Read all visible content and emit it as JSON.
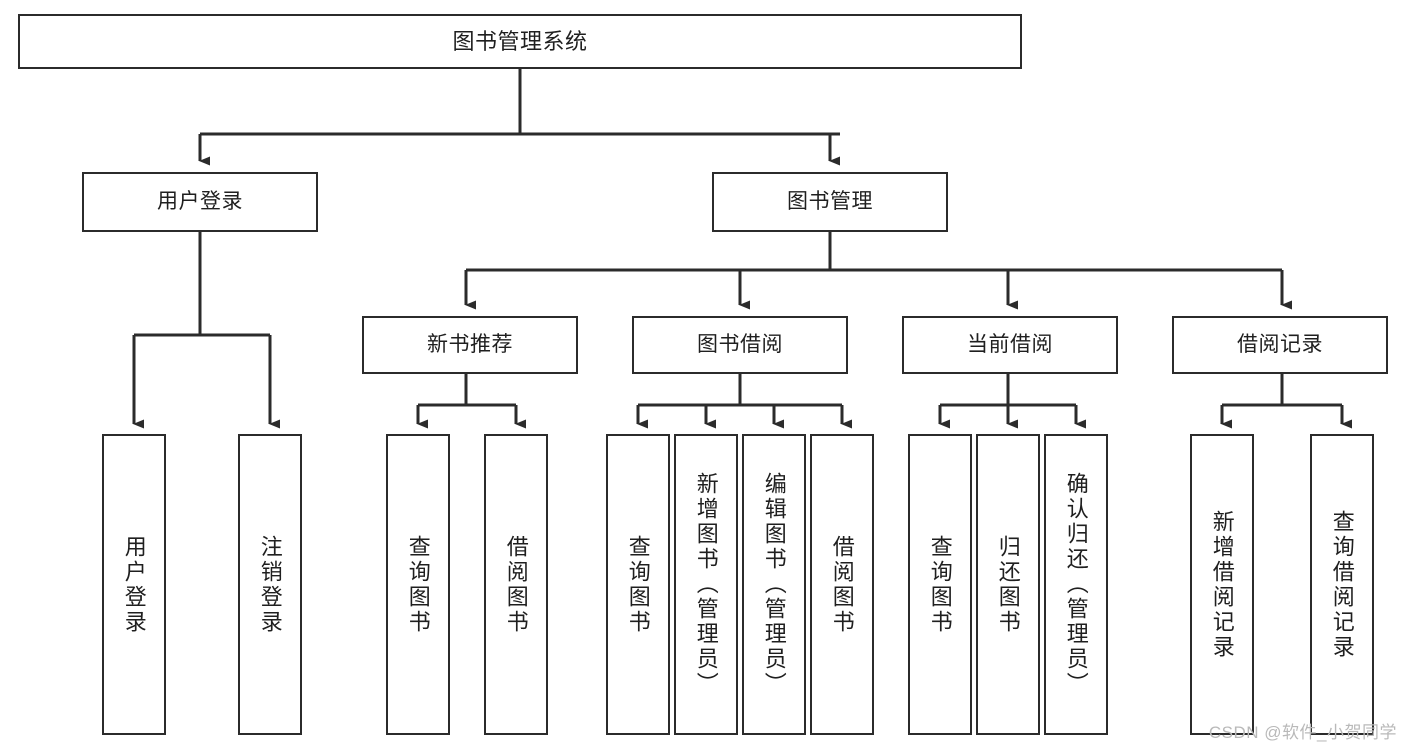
{
  "diagram": {
    "title": "图书管理系统",
    "type": "tree",
    "watermark": "CSDN @软件_小贺同学",
    "stroke_color": "#2b2b2b",
    "fill_color": "#ffffff",
    "background_color": "#ffffff",
    "nodes": {
      "root": {
        "label": "图书管理系统"
      },
      "level1": [
        {
          "id": "user-login",
          "label": "用户登录"
        },
        {
          "id": "book-management",
          "label": "图书管理"
        }
      ],
      "level2": [
        {
          "id": "new-book-recommend",
          "label": "新书推荐",
          "parent": "book-management"
        },
        {
          "id": "book-borrow",
          "label": "图书借阅",
          "parent": "book-management"
        },
        {
          "id": "current-borrow",
          "label": "当前借阅",
          "parent": "book-management"
        },
        {
          "id": "borrow-record",
          "label": "借阅记录",
          "parent": "book-management"
        }
      ],
      "leaves": [
        {
          "id": "leaf-user-login",
          "label": "用户登录",
          "parent": "user-login"
        },
        {
          "id": "leaf-logout-login",
          "label": "注销登录",
          "parent": "user-login"
        },
        {
          "id": "leaf-query-book-1",
          "label": "查询图书",
          "parent": "new-book-recommend"
        },
        {
          "id": "leaf-borrow-book-1",
          "label": "借阅图书",
          "parent": "new-book-recommend"
        },
        {
          "id": "leaf-query-book-2",
          "label": "查询图书",
          "parent": "book-borrow"
        },
        {
          "id": "leaf-add-book",
          "label": "新增图书（管理员）",
          "parent": "book-borrow"
        },
        {
          "id": "leaf-edit-book",
          "label": "编辑图书（管理员）",
          "parent": "book-borrow"
        },
        {
          "id": "leaf-borrow-book-2",
          "label": "借阅图书",
          "parent": "book-borrow"
        },
        {
          "id": "leaf-query-book-3",
          "label": "查询图书",
          "parent": "current-borrow"
        },
        {
          "id": "leaf-return-book",
          "label": "归还图书",
          "parent": "current-borrow"
        },
        {
          "id": "leaf-confirm-return",
          "label": "确认归还（管理员）",
          "parent": "current-borrow"
        },
        {
          "id": "leaf-add-record",
          "label": "新增借阅记录",
          "parent": "borrow-record"
        },
        {
          "id": "leaf-query-record",
          "label": "查询借阅记录",
          "parent": "borrow-record"
        }
      ]
    }
  }
}
